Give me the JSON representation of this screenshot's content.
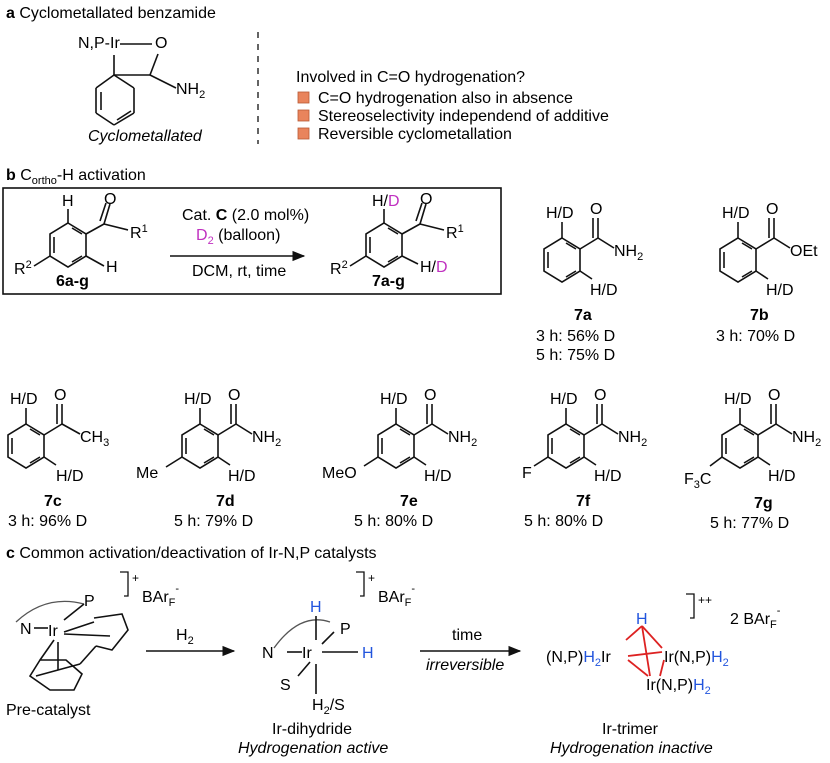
{
  "colors": {
    "ink": "#111111",
    "magenta": "#c030c0",
    "blue": "#2255dd",
    "red": "#dd2222",
    "bullet": "#e9845c"
  },
  "panel_a": {
    "letter": "a",
    "title": "Cyclometallated benzamide",
    "complex_metal": "N,P-Ir",
    "complex_o": "O",
    "complex_nh2": "NH",
    "caption": "Cyclometallated",
    "question": "Involved in C=O hydrogenation?",
    "bullets": [
      "C=O hydrogenation also in absence",
      "Stereoselectivity independend of additive",
      "Reversible cyclometallation"
    ]
  },
  "panel_b": {
    "letter": "b",
    "title_pre": "C",
    "title_sub": "ortho",
    "title_post": "-H activation",
    "reaction": {
      "cond1_pre": "Cat. ",
      "cond1_bold": "C",
      "cond1_post": " (2.0 mol%)",
      "cond2_pre": "D",
      "cond2_sub": "2",
      "cond2_post": " (balloon)",
      "cond3": "DCM, rt, time",
      "sm_label": "6a-g",
      "prod_label": "7a-g",
      "H": "H",
      "HD": "H/",
      "D": "D",
      "O": "O",
      "R1": "R",
      "R1_sup": "1",
      "R2": "R",
      "R2_sup": "2"
    },
    "products": [
      {
        "id": "7a",
        "subst": "",
        "group": "NH",
        "group_sub": "2",
        "lines": [
          "3 h: 56% D",
          "5 h: 75% D"
        ]
      },
      {
        "id": "7b",
        "subst": "",
        "group": "OEt",
        "group_sub": "",
        "lines": [
          "3 h: 70% D"
        ]
      },
      {
        "id": "7c",
        "subst": "",
        "group": "CH",
        "group_sub": "3",
        "lines": [
          "3 h: 96% D"
        ]
      },
      {
        "id": "7d",
        "subst": "Me",
        "group": "NH",
        "group_sub": "2",
        "lines": [
          "5 h: 79% D"
        ]
      },
      {
        "id": "7e",
        "subst": "MeO",
        "group": "NH",
        "group_sub": "2",
        "lines": [
          "5 h: 80% D"
        ]
      },
      {
        "id": "7f",
        "subst": "F",
        "group": "NH",
        "group_sub": "2",
        "lines": [
          "5 h: 80% D"
        ]
      },
      {
        "id": "7g",
        "subst": "F",
        "subst_sub": "3",
        "subst_post": "C",
        "group": "NH",
        "group_sub": "2",
        "lines": [
          "5 h: 77% D"
        ]
      }
    ]
  },
  "panel_c": {
    "letter": "c",
    "title": "Common activation/deactivation of Ir-N,P catalysts",
    "charge": "+",
    "charge2": "++",
    "barf": "BAr",
    "barf_sub": "F",
    "barf_sup": "-",
    "barf2_pre": "2 BAr",
    "h2": "H",
    "h2_sub": "2",
    "time": "time",
    "irreversible": "irreversible",
    "pre_label": "Pre-catalyst",
    "dihydride_label": "Ir-dihydride",
    "dihydride_sub": "Hydrogenation active",
    "trimer_label": "Ir-trimer",
    "trimer_sub": "Hydrogenation inactive",
    "Ir": "Ir",
    "P": "P",
    "N": "N",
    "S": "S",
    "H": "H",
    "H2S": "H",
    "H2S_sub": "2",
    "H2S_post": "/S",
    "np": "(N,P)",
    "irnp": "Ir(N,P)"
  }
}
